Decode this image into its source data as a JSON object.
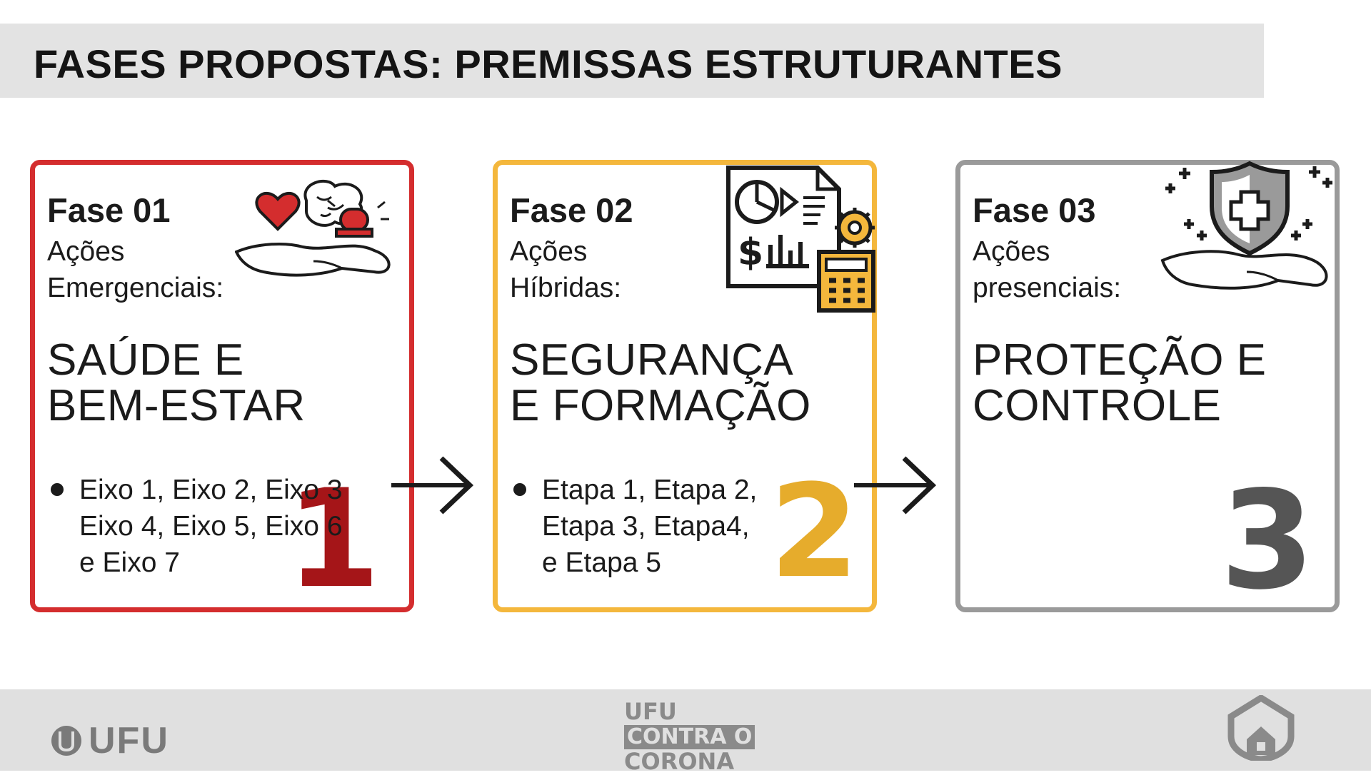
{
  "title": "FASES PROPOSTAS: PREMISSAS ESTRUTURANTES",
  "phases": [
    {
      "label": "Fase 01",
      "sub_line1": "Ações",
      "sub_line2": "Emergenciais:",
      "head_line1": "SAÚDE E",
      "head_line2": "BEM-ESTAR",
      "items": [
        "Eixo 1, Eixo 2, Eixo 3",
        "Eixo 4, Eixo 5, Eixo 6",
        "e Eixo 7"
      ],
      "number": "1",
      "color": "#d42d2e",
      "icon": "hand-heart-brain-alarm-icon"
    },
    {
      "label": "Fase 02",
      "sub_line1": "Ações",
      "sub_line2": "Híbridas:",
      "head_line1": "SEGURANÇA",
      "head_line2": "E FORMAÇÃO",
      "items": [
        "Etapa 1, Etapa 2,",
        "Etapa 3, Etapa4,",
        "e Etapa 5"
      ],
      "number": "2",
      "color": "#f4b73c",
      "icon": "report-calculator-gear-icon"
    },
    {
      "label": "Fase 03",
      "sub_line1": "Ações",
      "sub_line2": "presenciais:",
      "head_line1": "PROTEÇÃO E",
      "head_line2": "CONTROLE",
      "items": [],
      "number": "3",
      "color": "#9a9a9a",
      "icon": "hand-shield-cross-icon"
    }
  ],
  "footer": {
    "left_logo": "UFU",
    "center_logo": {
      "line1": "UFU",
      "line2": "CONTRA O",
      "line3": "CORONA"
    },
    "right_logo_icon": "house-shield-icon"
  }
}
